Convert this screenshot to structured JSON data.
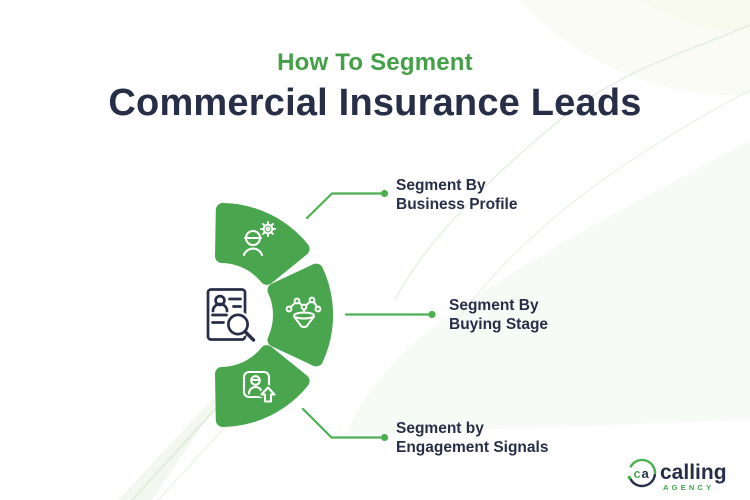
{
  "header": {
    "eyebrow": "How To Segment",
    "title": "Commercial Insurance Leads"
  },
  "labels": [
    {
      "line1": "Segment By",
      "line2": "Business Profile"
    },
    {
      "line1": "Segment By",
      "line2": "Buying Stage"
    },
    {
      "line1": "Segment by",
      "line2": "Engagement Signals"
    }
  ],
  "icons": {
    "center": "profile-search-icon",
    "top_segment": "person-gear-icon",
    "middle_segment": "funnel-network-icon",
    "bottom_segment": "profile-up-arrow-icon"
  },
  "logo": {
    "monogram_c": "c",
    "monogram_a": "a",
    "name": "calling",
    "subtitle": "AGENCY"
  },
  "colors": {
    "segment_green": "#4aa64e",
    "accent_green": "#43a047",
    "line_green": "#4caf50",
    "navy": "#272e48"
  }
}
